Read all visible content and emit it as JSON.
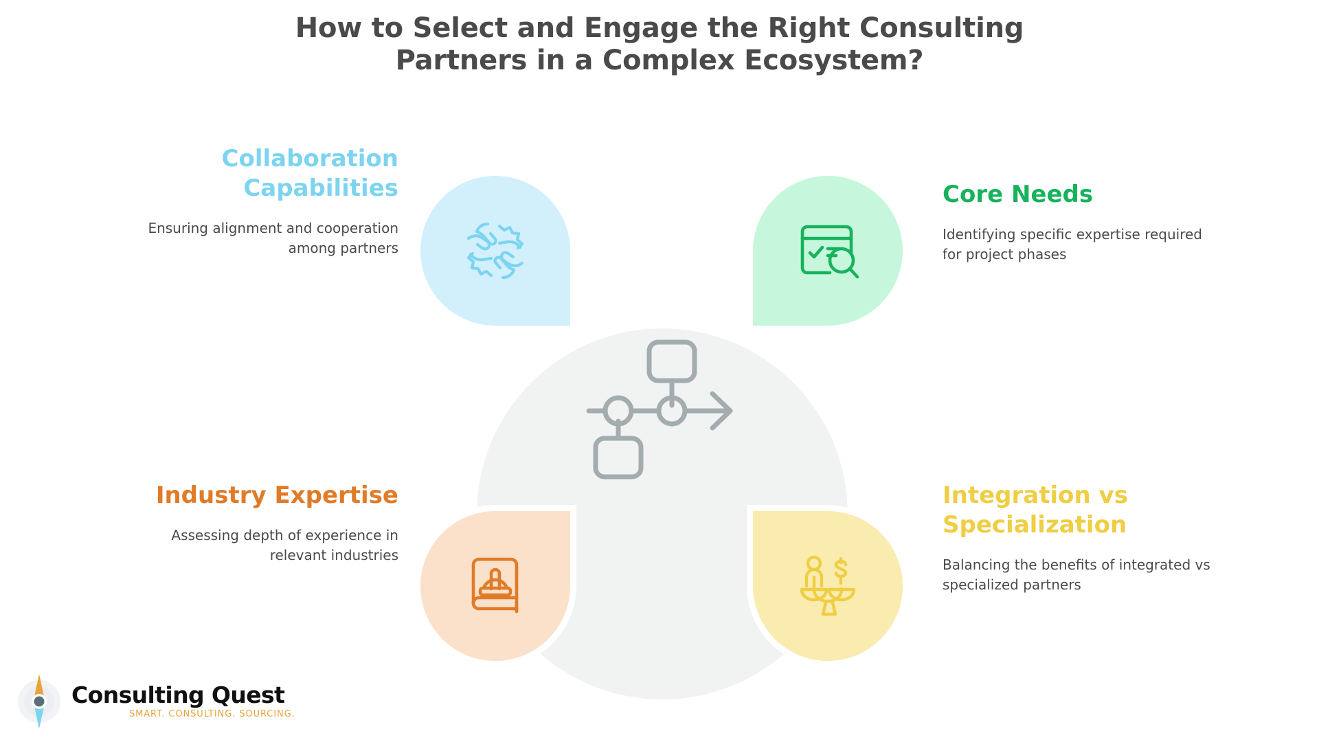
{
  "page": {
    "background_color": "#FFFFFF",
    "title_color": "#4A4A4A",
    "title_line_1": "How to Select and Engage the Right Consulting",
    "title_line_2": "Partners in a Complex Ecosystem?"
  },
  "hub": {
    "circle_color": "#F1F3F2",
    "icon_color": "#A3ACAF",
    "icon_name": "workflow-process-diagram-icon"
  },
  "quadrants": [
    {
      "id": "collaboration-capabilities",
      "position": "top-left",
      "heading": "Collaboration Capabilities",
      "description": "Ensuring alignment and cooperation among partners",
      "heading_color": "#7DD4F0",
      "blob_color": "#D2EFFC",
      "icon_color": "#7DD4F0",
      "icon_name": "teamwork-hands-icon"
    },
    {
      "id": "core-needs",
      "position": "top-right",
      "heading": "Core Needs",
      "description": "Identifying specific expertise required for project phases",
      "heading_color": "#17B25C",
      "blob_color": "#C6F7DC",
      "icon_color": "#17B25C",
      "icon_name": "browser-checklist-search-icon"
    },
    {
      "id": "industry-expertise",
      "position": "bottom-left",
      "heading": "Industry Expertise",
      "description": "Assessing depth of experience in relevant industries",
      "heading_color": "#E07B28",
      "blob_color": "#FBE0CA",
      "icon_color": "#E07B28",
      "icon_name": "book-hardhat-icon"
    },
    {
      "id": "integration-vs-specialization",
      "position": "bottom-right",
      "heading": "Integration vs Specialization",
      "description": "Balancing the benefits of integrated vs specialized partners",
      "heading_color": "#EFCE44",
      "blob_color": "#FAEBAF",
      "icon_color": "#EFCE44",
      "icon_name": "balance-scale-person-dollar-icon"
    }
  ],
  "logo": {
    "name": "Consulting Quest",
    "tagline": "SMART. CONSULTING. SOURCING.",
    "name_color": "#111111",
    "tagline_color": "#E8A33D",
    "mark_name": "compass-needle-logo-icon",
    "mark_top_color": "#E8A33D",
    "mark_bottom_color": "#7DD4F0",
    "mark_center_color": "#5C6F78"
  }
}
